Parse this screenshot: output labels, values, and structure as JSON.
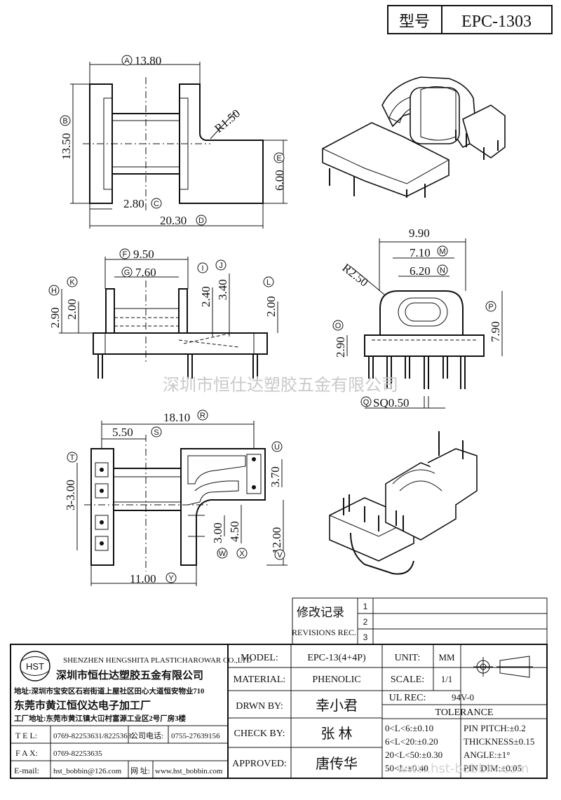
{
  "header": {
    "model_label": "型号",
    "model_value": "EPC-1303"
  },
  "dims": {
    "A": "13.80",
    "B": "13.50",
    "R1": "R1.50",
    "E": "6.00",
    "C": "2.80",
    "D": "20.30",
    "F": "9.50",
    "G": "7.60",
    "J": "2.40",
    "K": "3.40",
    "H": "2.90",
    "I": "2.00",
    "L": "2.00",
    "top_w": "9.90",
    "M": "7.10",
    "N": "6.20",
    "R2": "R2.50",
    "P": "7.90",
    "O": "2.90",
    "Q": "SQ0.50",
    "R": "18.10",
    "S": "5.50",
    "T": "3-3.00",
    "U": "3.70",
    "W": "3.00",
    "X": "4.50",
    "V": "12.00",
    "Y": "11.00"
  },
  "letters": [
    "A",
    "B",
    "C",
    "D",
    "E",
    "F",
    "G",
    "H",
    "I",
    "J",
    "K",
    "L",
    "M",
    "N",
    "O",
    "P",
    "Q",
    "R",
    "S",
    "T",
    "U",
    "V",
    "W",
    "X",
    "Y"
  ],
  "watermark": "深圳市恒仕达塑胶五金有限公司",
  "revisions": {
    "label_cn": "修改记录",
    "label_en": "REVISIONS REC.",
    "rows": [
      "1",
      "2",
      "3"
    ]
  },
  "company": {
    "logo": "HST",
    "name_en": "SHENZHEN HENGSHITA PLASTICHAROWAR CO.,LTD",
    "name_cn": "深圳市恒仕达塑胶五金有限公司",
    "address": "地址:深圳市宝安区石岩街道上屋社区田心大道恒安物业710",
    "factory": "东莞市黄江恒仪达电子加工厂",
    "factory_address": "工厂地址:东莞市黄江镇大冚村富源工业区2号厂房3楼",
    "tel_label": "T E L:",
    "tel": "0769-82253631/82253632",
    "company_tel_label": "公司电话:",
    "company_tel": "0755-27639156",
    "fax_label": "F A X:",
    "fax": "0769-82253635",
    "email_label": "E-mail:",
    "email": "hst_bobbin@126.com",
    "web_label": "网  址:",
    "web": "www.hst_bobbin.com"
  },
  "spec": {
    "model_label": "MODEL:",
    "model": "EPC-13(4+4P)",
    "unit_label": "UNIT:",
    "unit": "MM",
    "material_label": "MATERIAL:",
    "material": "PHENOLIC",
    "scale_label": "SCALE:",
    "scale": "1/1",
    "drawn_label": "DRWN BY:",
    "drawn": "幸小君",
    "ul_label": "UL REC:",
    "ul": "94V-0",
    "tolerance_label": "TOLERANCE",
    "check_label": "CHECK BY:",
    "check": "张   林",
    "approved_label": "APPROVED:",
    "approved": "唐传华",
    "tol": [
      "0<L<6:±0.10",
      "6<L<20:±0.20",
      "20<L<50:±0.30",
      "50<L:±0.40"
    ],
    "tol2": [
      "PIN PITCH:±0.2",
      "THICKNESS±0.15",
      "ANGLE:±1°",
      "PIN DIM:±0.05"
    ],
    "footer_watermark": "www.hst-bobbin.com"
  }
}
